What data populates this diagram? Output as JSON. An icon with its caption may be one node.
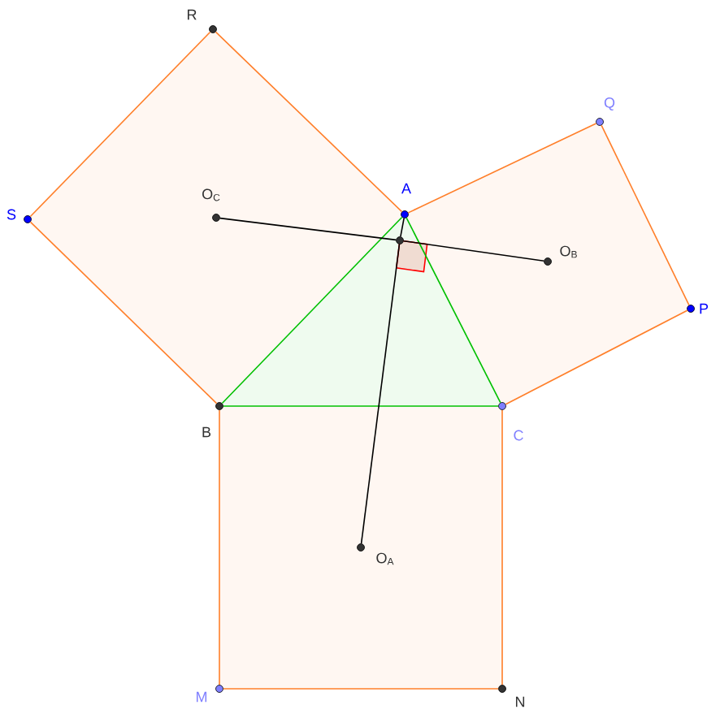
{
  "diagram": {
    "nodes": [
      {
        "text": [],
        "shape": "circle",
        "beside": [
          "R"
        ]
      },
      {
        "text": [],
        "shape": "circle",
        "beside": [
          "Q"
        ]
      },
      {
        "text": [],
        "shape": "circle",
        "beside": [
          "A"
        ]
      },
      {
        "text": [],
        "shape": "circle",
        "beside": [
          "S"
        ]
      },
      {
        "text": [],
        "shape": "circle",
        "beside": [
          "O$_{C}$"
        ]
      },
      {
        "text": [],
        "shape": "circle"
      },
      {
        "text": [],
        "shape": "circle",
        "beside": [
          "O$_{B}$"
        ]
      },
      {
        "text": [],
        "shape": "circle",
        "beside": [
          "P"
        ]
      },
      {
        "text": [],
        "shape": "circle",
        "beside": [
          "B"
        ]
      },
      {
        "text": [],
        "shape": "circle",
        "beside": [
          "C"
        ]
      },
      {
        "text": [],
        "shape": "circle",
        "beside": [
          "O$_{A}$"
        ]
      },
      {
        "text": [],
        "shape": "circle",
        "beside": [
          "M"
        ]
      },
      {
        "text": [],
        "shape": "circle",
        "beside": [
          "N"
        ]
      }
    ],
    "edges": [
      {
        "from": 2,
        "to": 0,
        "arrow": "none"
      },
      {
        "from": 0,
        "to": 3,
        "arrow": "none"
      },
      {
        "from": 3,
        "to": 8,
        "arrow": "none"
      },
      {
        "from": 8,
        "to": 2,
        "arrow": "none",
        "color": "#00c000"
      },
      {
        "from": 2,
        "to": 1,
        "arrow": "none"
      },
      {
        "from": 1,
        "to": 7,
        "arrow": "none"
      },
      {
        "from": 7,
        "to": 9,
        "arrow": "none"
      },
      {
        "from": 9,
        "to": 2,
        "arrow": "none",
        "color": "#00c000"
      },
      {
        "from": 8,
        "to": 9,
        "arrow": "none",
        "color": "#00c000"
      },
      {
        "from": 9,
        "to": 12,
        "arrow": "none"
      },
      {
        "from": 12,
        "to": 11,
        "arrow": "none"
      },
      {
        "from": 11,
        "to": 8,
        "arrow": "none"
      },
      {
        "from": 4,
        "to": 5,
        "arrow": "none",
        "color": "#000000"
      },
      {
        "from": 5,
        "to": 6,
        "arrow": "none",
        "color": "#000000"
      },
      {
        "from": 10,
        "to": 5,
        "arrow": "none",
        "color": "#000000"
      },
      {
        "from": 5,
        "to": 2,
        "arrow": "none",
        "color": "#000000"
      }
    ]
  }
}
